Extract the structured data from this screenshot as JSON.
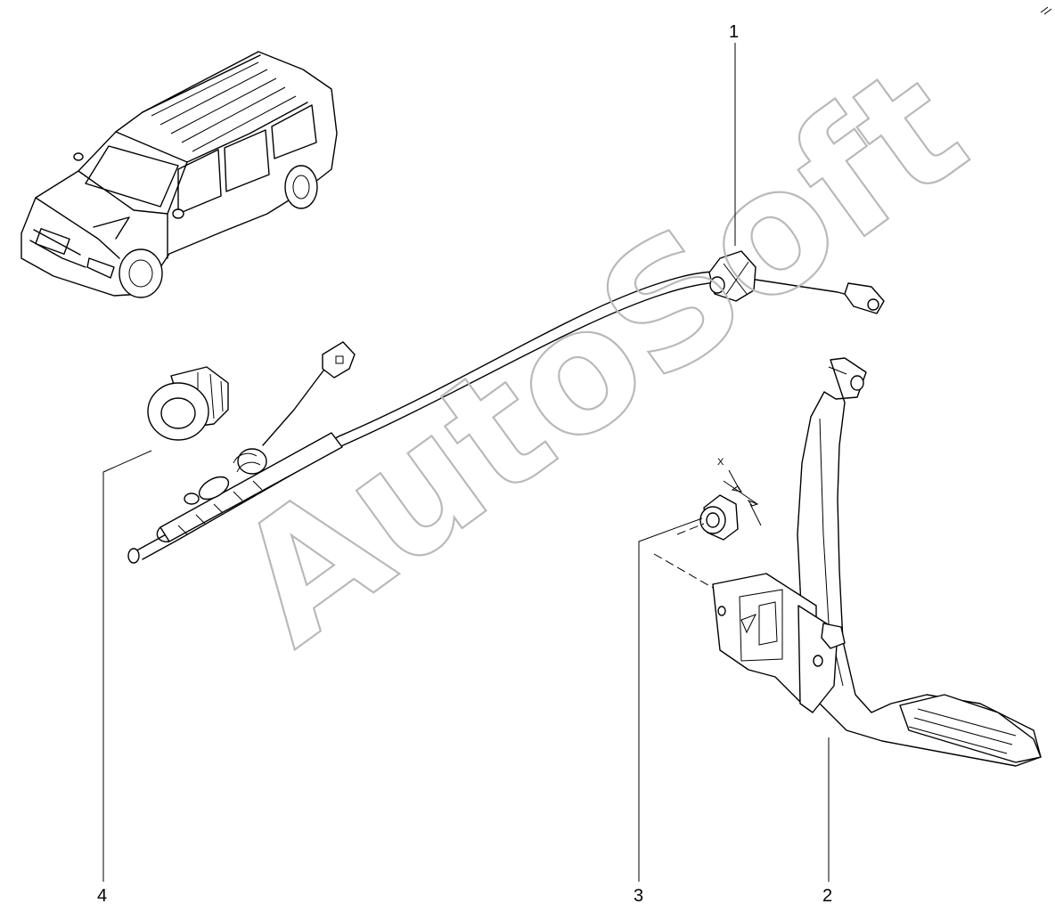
{
  "watermark": "AutoSoft",
  "callouts": {
    "c1": "1",
    "c2": "2",
    "c3": "3",
    "c4": "4"
  },
  "dimension_label": "X"
}
